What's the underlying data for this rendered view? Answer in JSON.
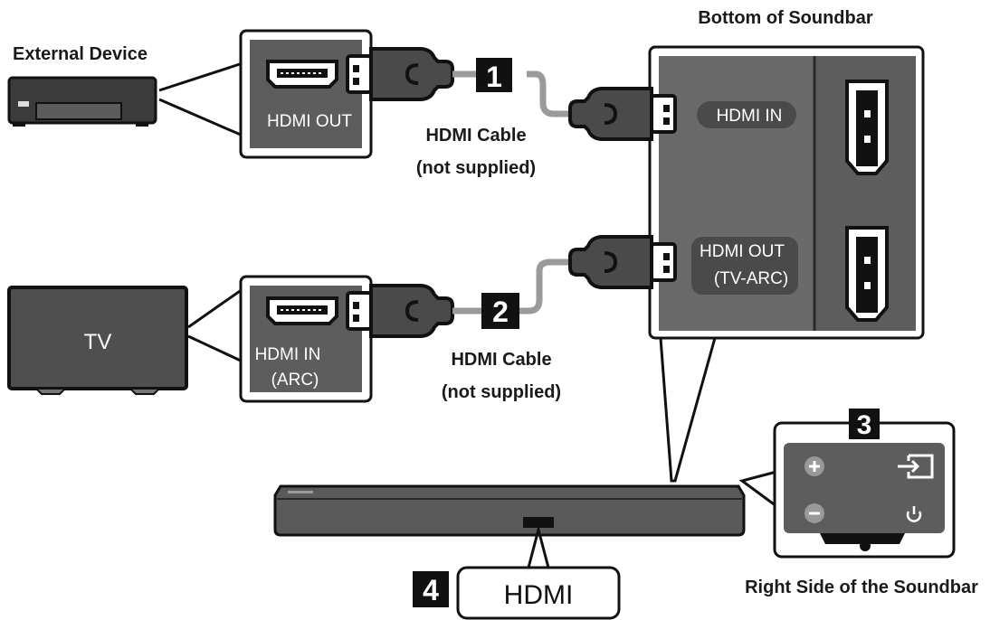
{
  "labels": {
    "external_device": "External Device",
    "bottom_of_soundbar": "Bottom of Soundbar",
    "right_side": "Right Side of the Soundbar",
    "tv": "TV"
  },
  "ports": {
    "external_hdmi_out": "HDMI OUT",
    "tv_hdmi_in_line1": "HDMI IN",
    "tv_hdmi_in_line2": "(ARC)",
    "soundbar_hdmi_in": "HDMI IN",
    "soundbar_hdmi_out_line1": "HDMI OUT",
    "soundbar_hdmi_out_line2": "(TV-ARC)",
    "front_hdmi": "HDMI"
  },
  "cables": [
    {
      "step": "1",
      "line1": "HDMI Cable",
      "line2": "(not supplied)"
    },
    {
      "step": "2",
      "line1": "HDMI Cable",
      "line2": "(not supplied)"
    }
  ],
  "steps": {
    "three": "3",
    "four": "4"
  },
  "colors": {
    "panel_dark": "#5a5a5a",
    "panel_frame": "#2b2b2b",
    "cable_gray": "#9a9a9a",
    "badge_black": "#111111"
  }
}
